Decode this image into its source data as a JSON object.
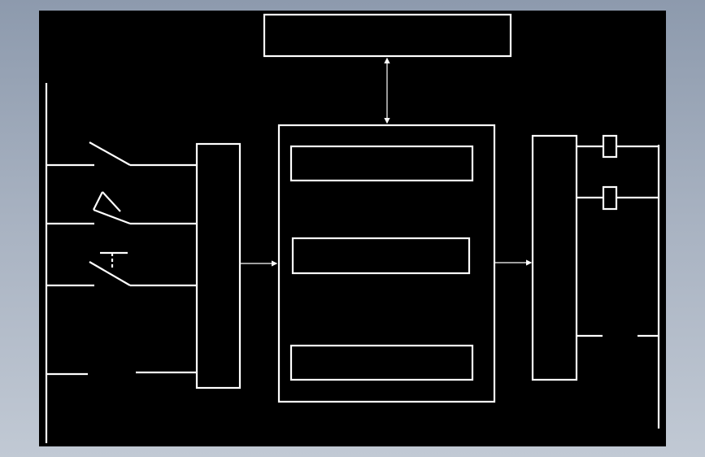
{
  "window": {
    "background": "#a3adbc",
    "canvas_color": "#000000",
    "line_color": "#ffffff"
  },
  "diagram": {
    "title": "",
    "labels": [],
    "nodes": [
      {
        "id": "top-module",
        "shape": "rectangle"
      },
      {
        "id": "controller-box",
        "shape": "rectangle"
      },
      {
        "id": "controller-inner-top",
        "shape": "rectangle"
      },
      {
        "id": "controller-inner-mid",
        "shape": "rectangle"
      },
      {
        "id": "controller-inner-bottom",
        "shape": "rectangle"
      },
      {
        "id": "input-module",
        "shape": "rectangle"
      },
      {
        "id": "output-module",
        "shape": "rectangle"
      }
    ],
    "edges": [
      {
        "from": "top-module",
        "to": "controller-box",
        "style": "double-arrow"
      },
      {
        "from": "input-module",
        "to": "controller-box",
        "style": "arrow"
      },
      {
        "from": "controller-box",
        "to": "output-module",
        "style": "arrow"
      }
    ],
    "inputs": [
      {
        "symbol": "normally-open-contact"
      },
      {
        "symbol": "pushbutton-contact"
      },
      {
        "symbol": "timed-contact"
      },
      {
        "symbol": "open-gap"
      }
    ],
    "outputs": [
      {
        "symbol": "coil"
      },
      {
        "symbol": "coil"
      },
      {
        "symbol": "open-gap"
      }
    ]
  }
}
